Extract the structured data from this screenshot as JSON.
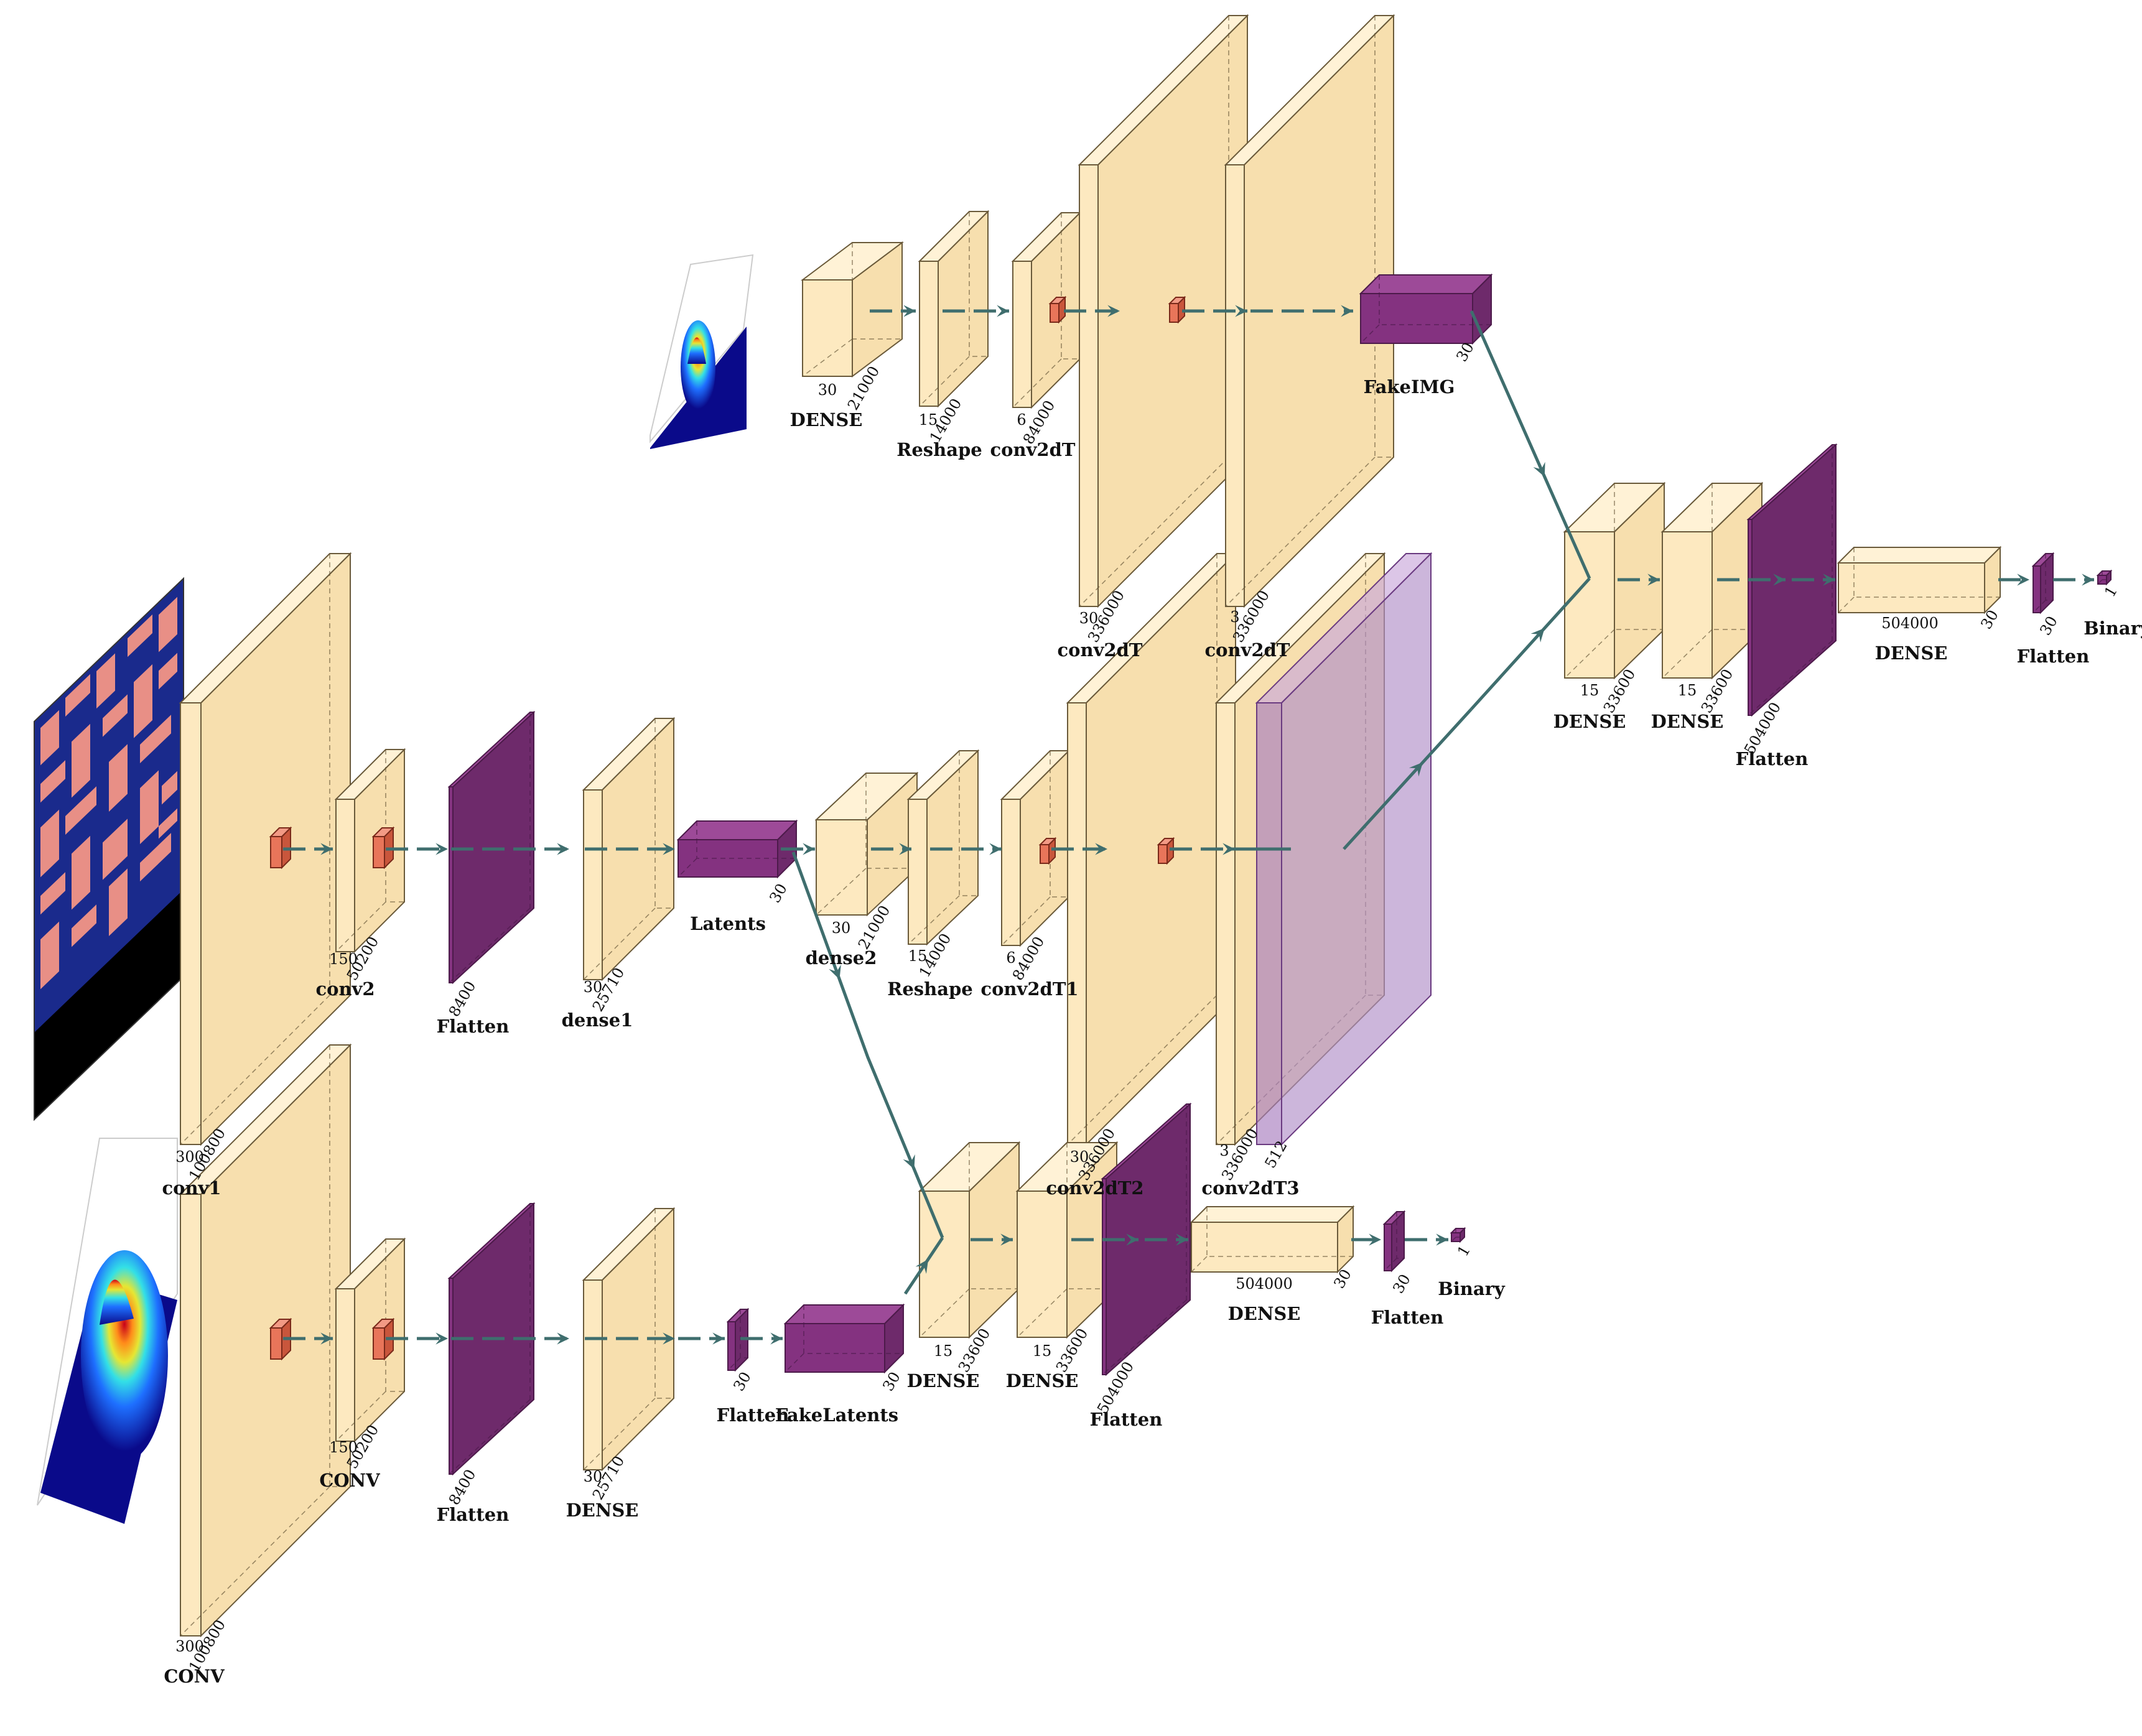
{
  "colors": {
    "conv": "#fde9c0",
    "conv_edge": "#6a5a3a",
    "purple": "#843280",
    "purple_edge": "#4c1a4a",
    "pool": "#e8755a",
    "arrow": "#3f6e6e",
    "map_blue": "#1a2a8c",
    "maze_wall": "#e88f86",
    "overlay": "#a77cbe"
  },
  "icons": {
    "pacman_frame": "pacman-frame-image",
    "gaussian_surface": "gaussian-surface-plot"
  },
  "labels": {
    "enc_conv1": "conv1",
    "enc_conv2": "conv2",
    "enc_flatten": "Flatten",
    "enc_dense1": "dense1",
    "enc_latents": "Latents",
    "enc_dense2": "dense2",
    "enc_reshape": "Reshape",
    "enc_conv2dT1": "conv2dT1",
    "enc_conv2dT2": "conv2dT2",
    "enc_conv2dT3": "conv2dT3",
    "gen_dense": "DENSE",
    "gen_reshape": "Reshape",
    "gen_conv2dT": "conv2dT",
    "gen_conv2dT_a": "conv2dT",
    "gen_conv2dT_b": "conv2dT",
    "gen_fakeimg": "FakeIMG",
    "d1_dense_a": "DENSE",
    "d1_dense_b": "DENSE",
    "d1_flatten": "Flatten",
    "d1_dense_c": "DENSE",
    "d1_flatten2": "Flatten",
    "d1_binary": "Binary",
    "bot_conv1": "CONV",
    "bot_conv2": "CONV",
    "bot_flatten": "Flatten",
    "bot_dense": "DENSE",
    "bot_flatten2": "Flatten",
    "bot_fakelatents": "FakeLatents",
    "d2_dense_a": "DENSE",
    "d2_dense_b": "DENSE",
    "d2_flatten": "Flatten",
    "d2_dense_c": "DENSE",
    "d2_flatten2": "Flatten",
    "d2_binary": "Binary"
  },
  "dims": {
    "conv1_a": "300",
    "conv1_b": "100800",
    "conv2_a": "150",
    "conv2_b": "50200",
    "flatten1": "8400",
    "dense1_a": "30",
    "dense1_b": "25710",
    "latents": "30",
    "dense2_a": "30",
    "dense2_b": "21000",
    "reshape_a": "15",
    "reshape_b": "14000",
    "c2t1_a": "6",
    "c2t1_b": "84000",
    "c2t2_a": "30",
    "c2t2_b": "336000",
    "c2t3_a": "3",
    "c2t3_b": "336000",
    "c2t3_c": "512",
    "g_dense_a": "30",
    "g_dense_b": "21000",
    "g_reshape_a": "15",
    "g_reshape_b": "14000",
    "g_c2t_a": "6",
    "g_c2t_b": "84000",
    "g_c2ta_a": "30",
    "g_c2ta_b": "336000",
    "g_c2tb_a": "3",
    "g_c2tb_b": "336000",
    "fakeimg": "30",
    "d1a_a": "15",
    "d1a_b": "33600",
    "d1b_a": "15",
    "d1b_b": "33600",
    "d1_flat": "504000",
    "d1c_a": "504000",
    "d1c_b": "30",
    "d1_flat2": "30",
    "d1_bin": "1",
    "b_conv1_a": "300",
    "b_conv1_b": "100800",
    "b_conv2_a": "150",
    "b_conv2_b": "50200",
    "b_flat": "8400",
    "b_dense_a": "30",
    "b_dense_b": "25710",
    "b_flat2": "30",
    "b_fakelat": "30",
    "d2a_a": "15",
    "d2a_b": "33600",
    "d2b_a": "15",
    "d2b_b": "33600",
    "d2_flat": "504000",
    "d2c_a": "504000",
    "d2c_b": "30",
    "d2_flat2": "30",
    "d2_bin": "1"
  }
}
